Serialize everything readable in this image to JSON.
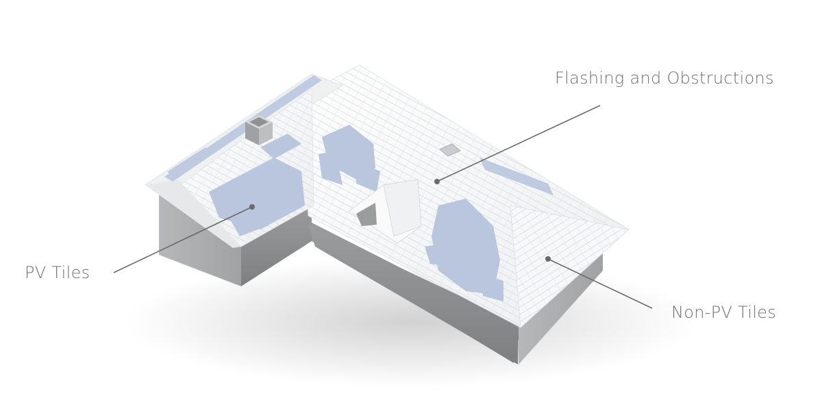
{
  "diagram": {
    "labels": {
      "flashing": "Flashing and Obstructions",
      "pv_tiles": "PV Tiles",
      "non_pv_tiles": "Non-PV Tiles"
    },
    "colors": {
      "pv_tile": "#b9c6de",
      "roof_white": "#f4f5f6",
      "wall_front": "#8a8c8e",
      "wall_side": "#a9abad",
      "leader_line": "#6a6a6a",
      "label_text": "#6f6f6f"
    }
  }
}
